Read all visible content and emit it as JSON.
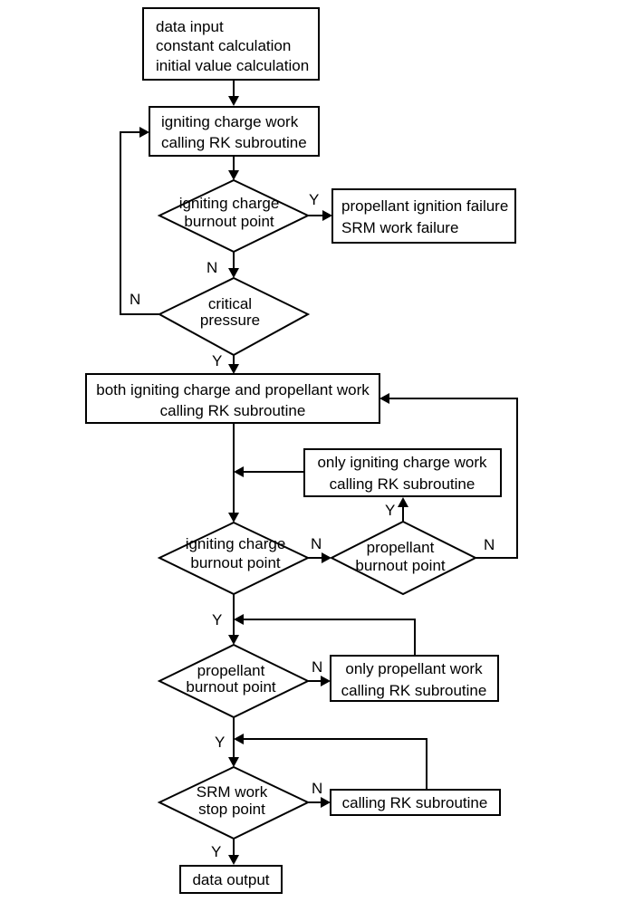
{
  "nodes": {
    "start": [
      "data input",
      "constant calculation",
      "initial value calculation"
    ],
    "ign_work": [
      "igniting charge work",
      "calling RK subroutine"
    ],
    "d_ign_burnout1": [
      "igniting charge",
      "burnout point"
    ],
    "fail": [
      "propellant ignition failure",
      "SRM work failure"
    ],
    "d_critical": [
      "critical",
      "pressure"
    ],
    "both_work": [
      "both igniting charge and propellant work",
      "calling RK subroutine"
    ],
    "only_ign": [
      "only igniting charge work",
      "calling RK subroutine"
    ],
    "d_ign_burnout2": [
      "igniting charge",
      "burnout point"
    ],
    "d_prop_burnout1": [
      "propellant",
      "burnout point"
    ],
    "d_prop_burnout2": [
      "propellant",
      "burnout point"
    ],
    "only_prop": [
      "only propellant work",
      "calling RK subroutine"
    ],
    "d_stop": [
      "SRM work",
      "stop point"
    ],
    "calling_rk": [
      "calling RK subroutine"
    ],
    "output": [
      "data output"
    ]
  },
  "labels": {
    "yes": "Y",
    "no": "N"
  }
}
